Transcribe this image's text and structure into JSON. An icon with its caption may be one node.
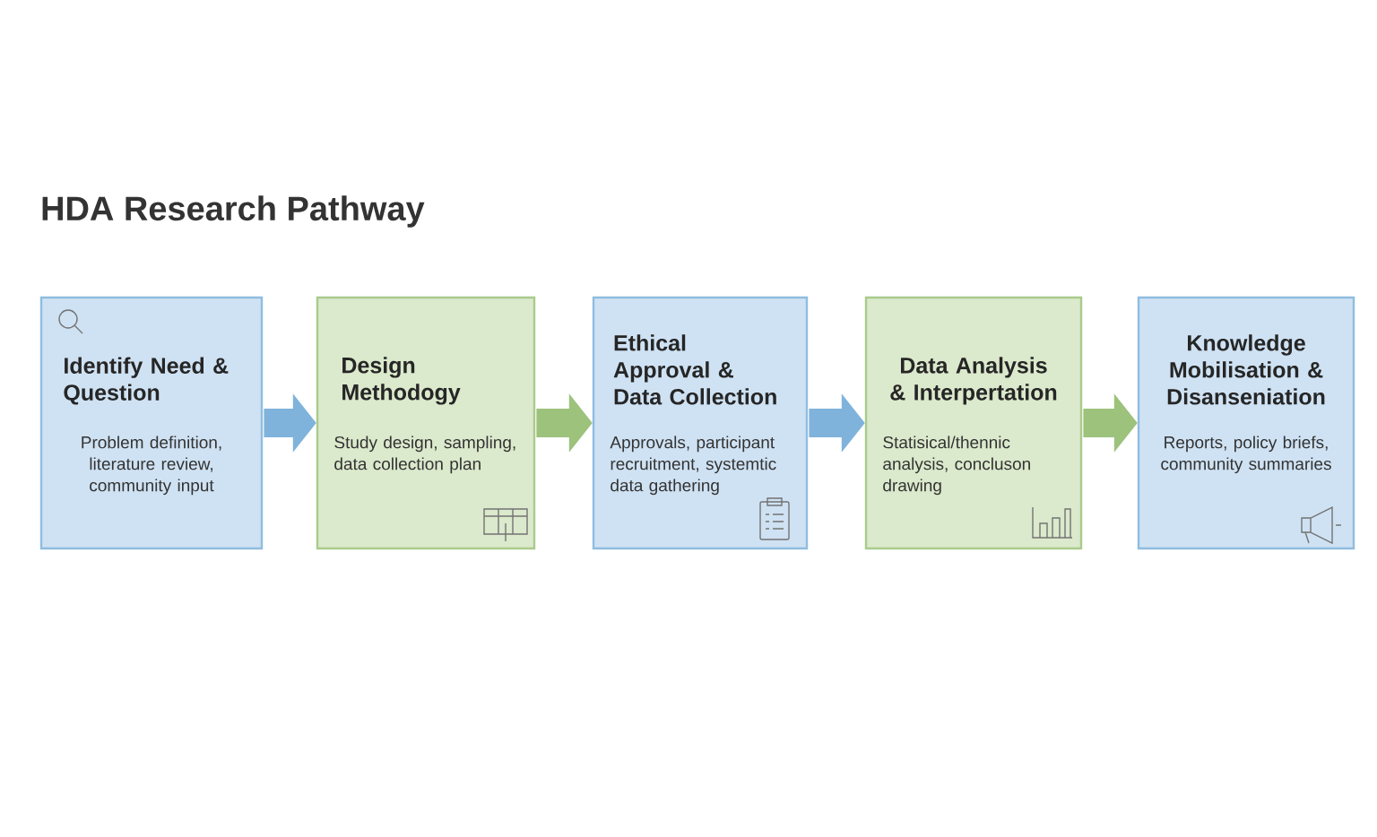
{
  "diagram": {
    "title": "HDA Research Pathway",
    "nodes": [
      {
        "text": [
          "Identify Need & Question",
          "Problem definition, literature review, community input"
        ]
      },
      {
        "text": [
          "Design Methodogy",
          "Study design, sampling, data collection plan"
        ]
      },
      {
        "text": [
          "Ethical Approval & Data Collection",
          "Approvals, participant recruitment, systemtic data gathering"
        ]
      },
      {
        "text": [
          "Data Analysis & Interpertation",
          "Statisical/thennic analysis, concluson drawing"
        ]
      },
      {
        "text": [
          "Knowledge Mobilisation & Disanseniation",
          "Reports, policy briefs, community summaries"
        ]
      }
    ],
    "edges": [
      {
        "from": 0,
        "to": 1,
        "arrow": "to",
        "color": "#7fb3db"
      },
      {
        "from": 1,
        "to": 2,
        "arrow": "to",
        "color": "#9cc27c"
      },
      {
        "from": 2,
        "to": 3,
        "arrow": "to",
        "color": "#7fb3db"
      },
      {
        "from": 3,
        "to": 4,
        "arrow": "to",
        "color": "#9cc27c"
      }
    ]
  }
}
